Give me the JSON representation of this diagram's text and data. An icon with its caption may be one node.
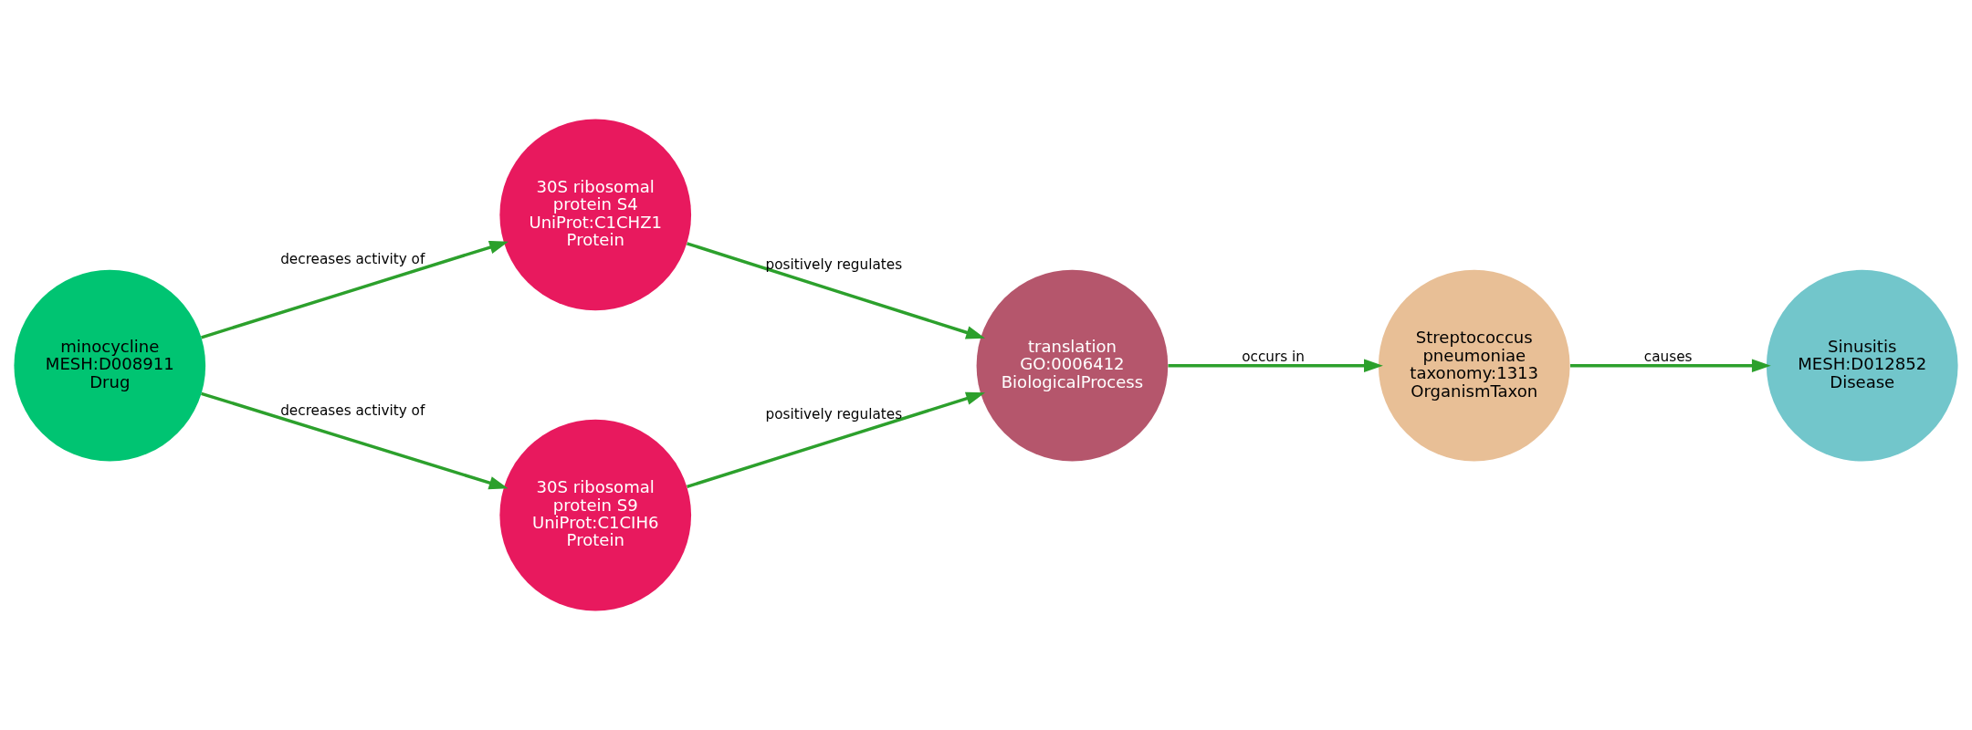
{
  "diagram": {
    "nodes": [
      {
        "text": [
          "minocycline",
          "MESH:D008911",
          "Drug"
        ]
      },
      {
        "text": [
          "30S ribosomal protein S4",
          "UniProt:C1CHZ1",
          "Protein"
        ]
      },
      {
        "text": [
          "30S ribosomal protein S9",
          "UniProt:C1CIH6",
          "Protein"
        ]
      },
      {
        "text": [
          "translation",
          "GO:0006412",
          "BiologicalProcess"
        ]
      },
      {
        "text": [
          "Streptococcus pneumoniae",
          "taxonomy:1313",
          "OrganismTaxon"
        ]
      },
      {
        "text": [
          "Sinusitis",
          "MESH:D012852",
          "Disease"
        ]
      }
    ],
    "edges": [
      {
        "from": 0,
        "to": 1,
        "arrow": "to",
        "label": "decreases activity of"
      },
      {
        "from": 0,
        "to": 2,
        "arrow": "to",
        "label": "decreases activity of"
      },
      {
        "from": 1,
        "to": 3,
        "arrow": "to",
        "label": "positively regulates"
      },
      {
        "from": 2,
        "to": 3,
        "arrow": "to",
        "label": "positively regulates"
      },
      {
        "from": 3,
        "to": 4,
        "arrow": "to",
        "label": "occurs in"
      },
      {
        "from": 4,
        "to": 5,
        "arrow": "to",
        "label": "causes"
      }
    ]
  }
}
